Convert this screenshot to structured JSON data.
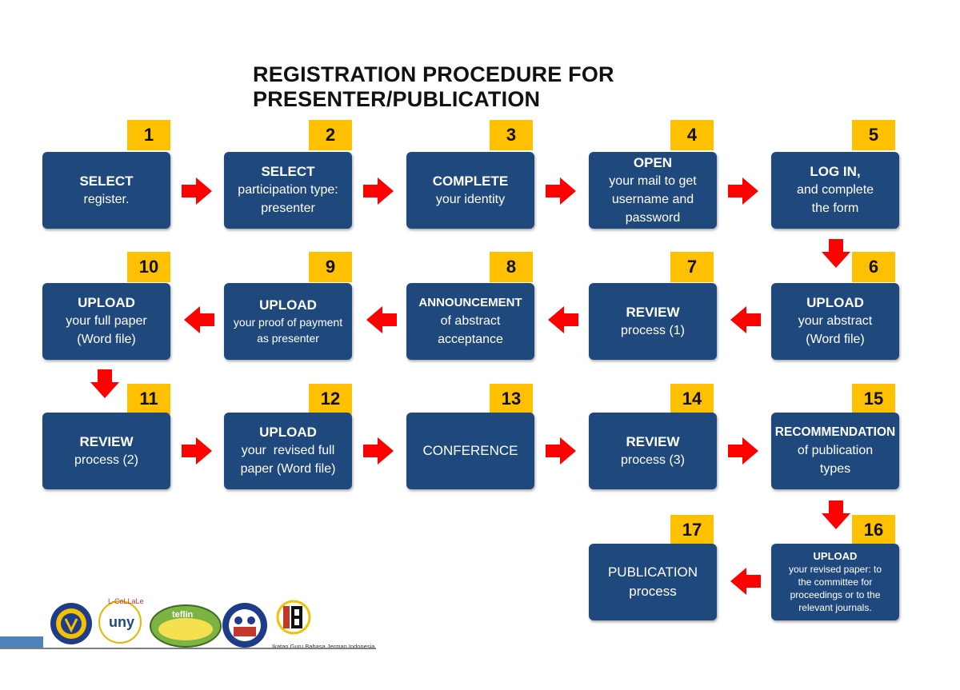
{
  "title": "REGISTRATION PROCEDURE FOR PRESENTER/PUBLICATION",
  "colors": {
    "box": "#1f497d",
    "badge": "#ffc000",
    "arrow": "#ff0000"
  },
  "steps": [
    {
      "num": "1",
      "head": "SELECT",
      "body": "register."
    },
    {
      "num": "2",
      "head": "SELECT",
      "body": "participation type: presenter"
    },
    {
      "num": "3",
      "head": "COMPLETE",
      "body": "your identity"
    },
    {
      "num": "4",
      "head": "OPEN",
      "body": "your mail to get username and password"
    },
    {
      "num": "5",
      "head": "LOG IN,",
      "body": "and complete the form"
    },
    {
      "num": "6",
      "head": "UPLOAD",
      "body": "your abstract (Word file)"
    },
    {
      "num": "7",
      "head": "REVIEW",
      "body": "process (1)"
    },
    {
      "num": "8",
      "head": "ANNOUNCEMENT",
      "body": "of abstract acceptance"
    },
    {
      "num": "9",
      "head": "UPLOAD",
      "body": "your proof of payment as presenter"
    },
    {
      "num": "10",
      "head": "UPLOAD",
      "body": "your full paper (Word file)"
    },
    {
      "num": "11",
      "head": "REVIEW",
      "body": "process (2)"
    },
    {
      "num": "12",
      "head": "UPLOAD",
      "body": "your  revised full paper (Word file)"
    },
    {
      "num": "13",
      "head": "",
      "body": "CONFERENCE"
    },
    {
      "num": "14",
      "head": "REVIEW",
      "body": "process (3)"
    },
    {
      "num": "15",
      "head": "RECOMMENDATION",
      "body": "of publication types"
    },
    {
      "num": "16",
      "head": "UPLOAD",
      "body": "your revised paper: to the committee for proceedings or to the relevant journals."
    },
    {
      "num": "17",
      "head": "",
      "body": "PUBLICATION process"
    }
  ],
  "logos": [
    {
      "name": "UNIVERSITAS NEGERI YOGYAKARTA"
    },
    {
      "name": "L-CoLLaLe"
    },
    {
      "name": "teflin"
    },
    {
      "name": "organization seal"
    },
    {
      "name": "Ikatan Guru Bahasa Jerman Indonesia"
    }
  ]
}
